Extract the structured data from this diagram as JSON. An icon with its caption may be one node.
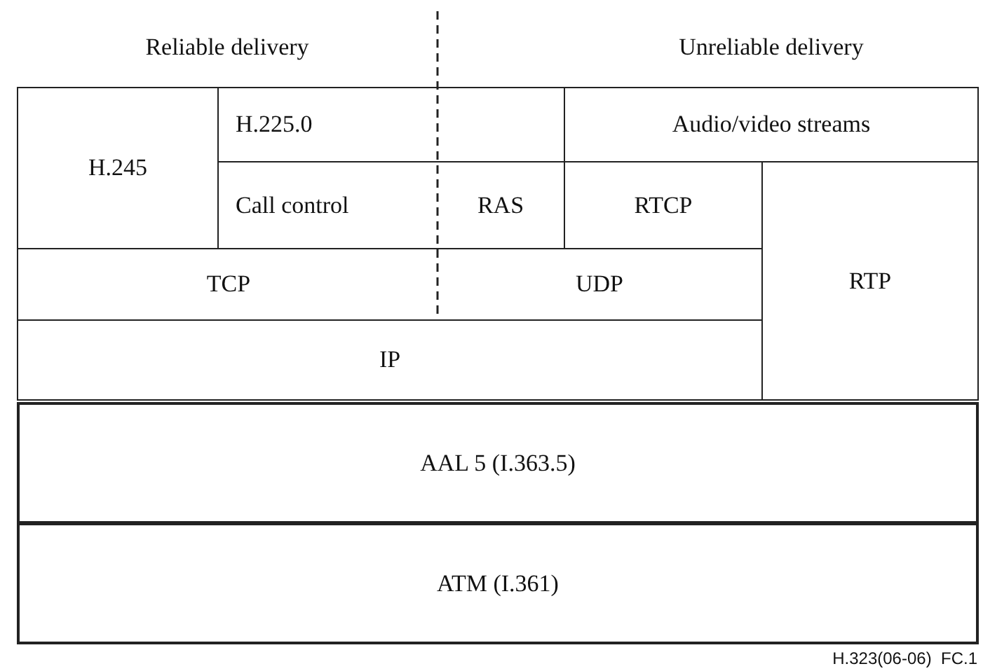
{
  "diagram": {
    "nodes": [
      {
        "text": [
          "H.245"
        ]
      },
      {
        "text": [
          "H.225.0"
        ]
      },
      {
        "text": [
          "Audio/video streams"
        ]
      },
      {
        "text": [
          "Call control"
        ]
      },
      {
        "text": [
          "RAS"
        ]
      },
      {
        "text": [
          "RTCP"
        ]
      },
      {
        "text": [
          "RTP"
        ]
      },
      {
        "text": [
          "TCP"
        ]
      },
      {
        "text": [
          "UDP"
        ]
      },
      {
        "text": [
          "IP"
        ]
      },
      {
        "text": [
          "AAL 5 (I.363.5)"
        ]
      },
      {
        "text": [
          "ATM (I.361)"
        ]
      }
    ],
    "labels": [
      "Reliable delivery",
      "Unreliable delivery",
      "H.323(06-06)  FC.1"
    ]
  }
}
